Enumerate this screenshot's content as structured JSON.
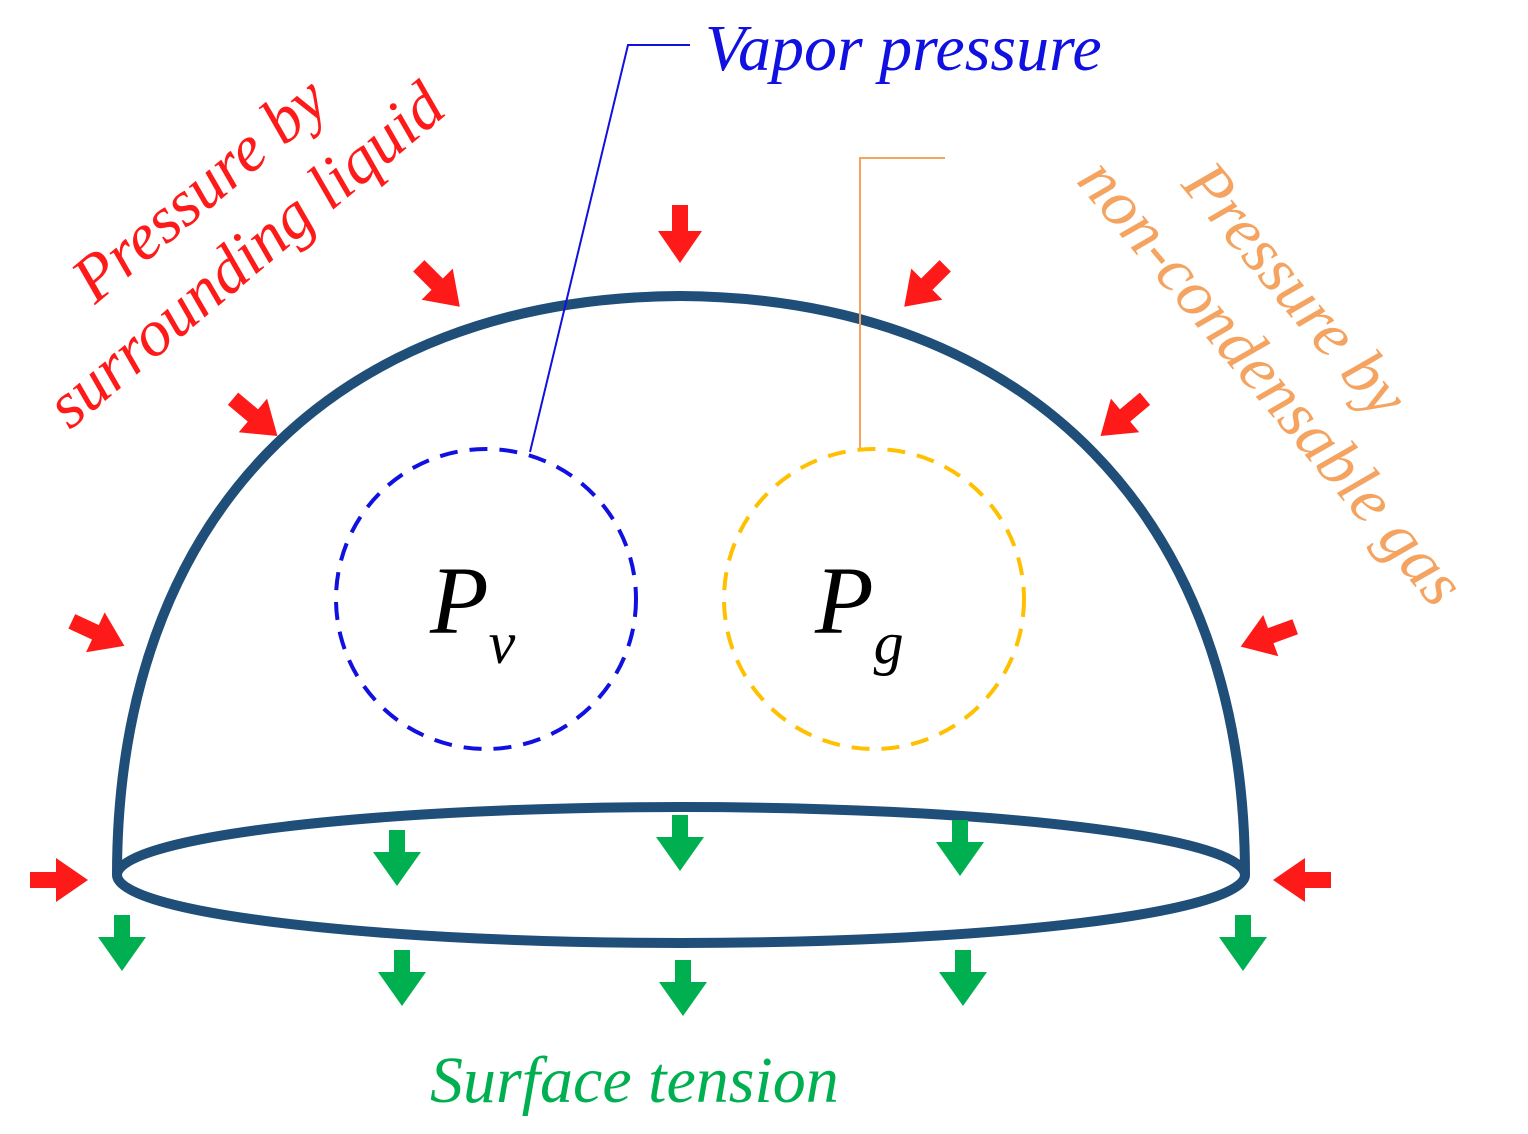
{
  "labels": {
    "vapor_pressure": "Vapor pressure",
    "liquid_line1": "Pressure by",
    "liquid_line2": "surrounding liquid",
    "gas_line1": "Pressure by",
    "gas_line2": "non-condensable gas",
    "surface_tension": "Surface tension"
  },
  "symbols": {
    "vapor": {
      "base": "P",
      "sub": "v"
    },
    "gas": {
      "base": "P",
      "sub": "g"
    }
  },
  "colors": {
    "bubble_outline": "#1f4e79",
    "liquid_pressure_arrow": "#ff1a1a",
    "surface_tension_arrow": "#00b050",
    "vapor": "#1010e0",
    "gas_circle": "#ffc000",
    "gas_label": "#f4a460",
    "symbol_text": "#000000"
  }
}
